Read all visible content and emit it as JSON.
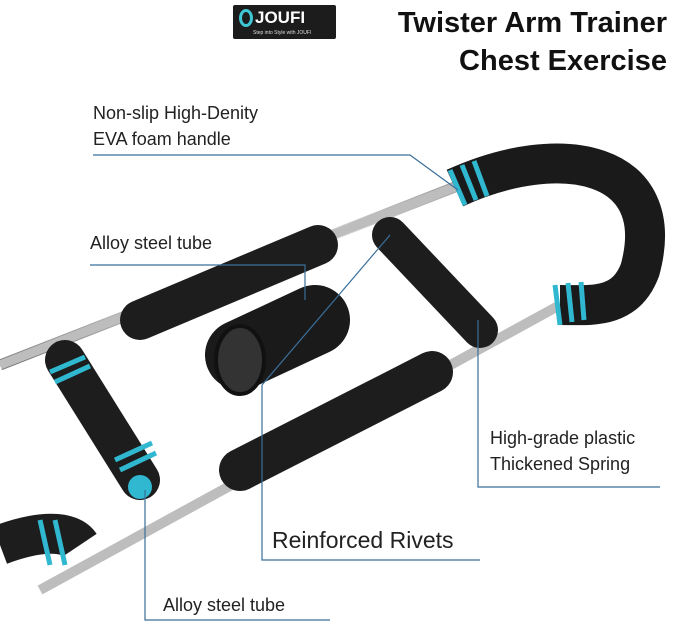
{
  "logo": {
    "name": "JOUFI",
    "tagline": "Step into Style with JOUFI"
  },
  "title": {
    "line1": "Twister Arm Trainer",
    "line2": "Chest Exercise"
  },
  "callouts": [
    {
      "line1": "Non-slip High-Denity",
      "line2": "EVA foam handle"
    },
    {
      "text": "Alloy steel tube"
    },
    {
      "line1": "High-grade plastic",
      "line2": "Thickened Spring"
    },
    {
      "text": "Reinforced Rivets"
    },
    {
      "text": "Alloy steel tube"
    }
  ],
  "colors": {
    "accent": "#2fb8d0",
    "foam": "#1a1a1a",
    "steel": "#c8c8c8",
    "leader": "#3a6f9a"
  }
}
